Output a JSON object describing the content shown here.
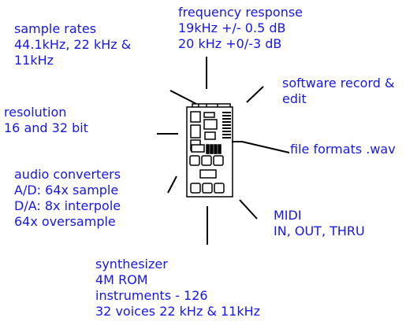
{
  "colors": {
    "label_text": "#1717e8",
    "lines": "#000000",
    "background": "#ffffff"
  },
  "icon": "sound-card-board-icon",
  "labels": {
    "sample_rates": [
      "sample rates",
      "44.1kHz, 22 kHz &",
      "11kHz"
    ],
    "frequency_response": [
      "frequency response",
      "19kHz +/- 0.5 dB",
      "20 kHz +0/-3 dB"
    ],
    "software": [
      "software record &",
      "edit"
    ],
    "resolution": [
      "resolution",
      "16 and 32 bit"
    ],
    "file_formats": [
      "file formats .wav"
    ],
    "audio_converters": [
      "audio converters",
      "A/D: 64x sample",
      "D/A: 8x interpole",
      "64x oversample"
    ],
    "midi": [
      "MIDI",
      "IN, OUT, THRU"
    ],
    "synthesizer": [
      "synthesizer",
      "4M ROM",
      "instruments - 126",
      "32 voices 22 kHz & 11kHz"
    ]
  }
}
